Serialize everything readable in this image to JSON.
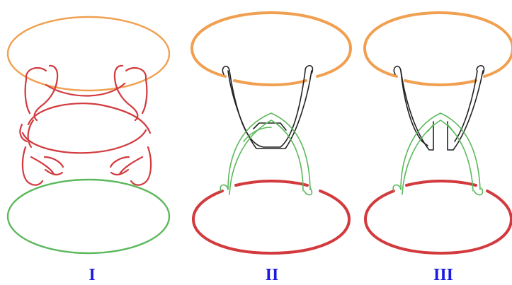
{
  "colors": {
    "orange": "#f0a050",
    "red": "#d23a3e",
    "green": "#5cb85c",
    "black": "#222222",
    "label": "#1a1ae0"
  },
  "panels": [
    {
      "label": "I"
    },
    {
      "label": "II"
    },
    {
      "label": "III"
    }
  ]
}
